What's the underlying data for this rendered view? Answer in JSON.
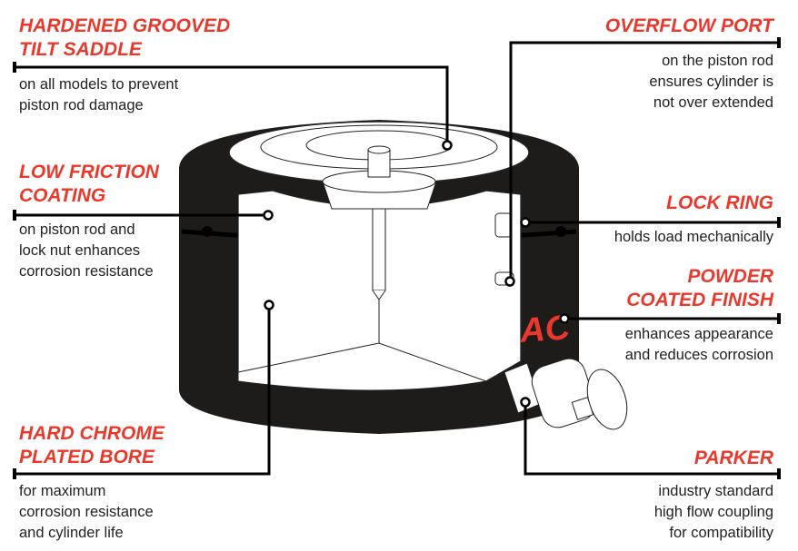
{
  "callouts": [
    {
      "title": "HARDENED GROOVED\nTILT SADDLE",
      "text": "on all models to prevent\npiston rod damage"
    },
    {
      "title": "LOW FRICTION\nCOATING",
      "text": "on piston rod and\nlock nut enhances\ncorrosion resistance"
    },
    {
      "title": "HARD CHROME\nPLATED BORE",
      "text": "for maximum\ncorrosion resistance\nand cylinder life"
    },
    {
      "title": "OVERFLOW PORT",
      "text": "on the piston rod\nensures cylinder is\nnot over extended"
    },
    {
      "title": "LOCK RING",
      "text": "holds load mechanically"
    },
    {
      "title": "POWDER\nCOATED FINISH",
      "text": "enhances appearance\nand reduces corrosion"
    },
    {
      "title": "PARKER",
      "text": "industry standard\nhigh flow coupling\nfor compatibility"
    }
  ],
  "logo_text": "AC",
  "colors": {
    "accent": "#e8392c",
    "body": "#1c1a1a"
  }
}
